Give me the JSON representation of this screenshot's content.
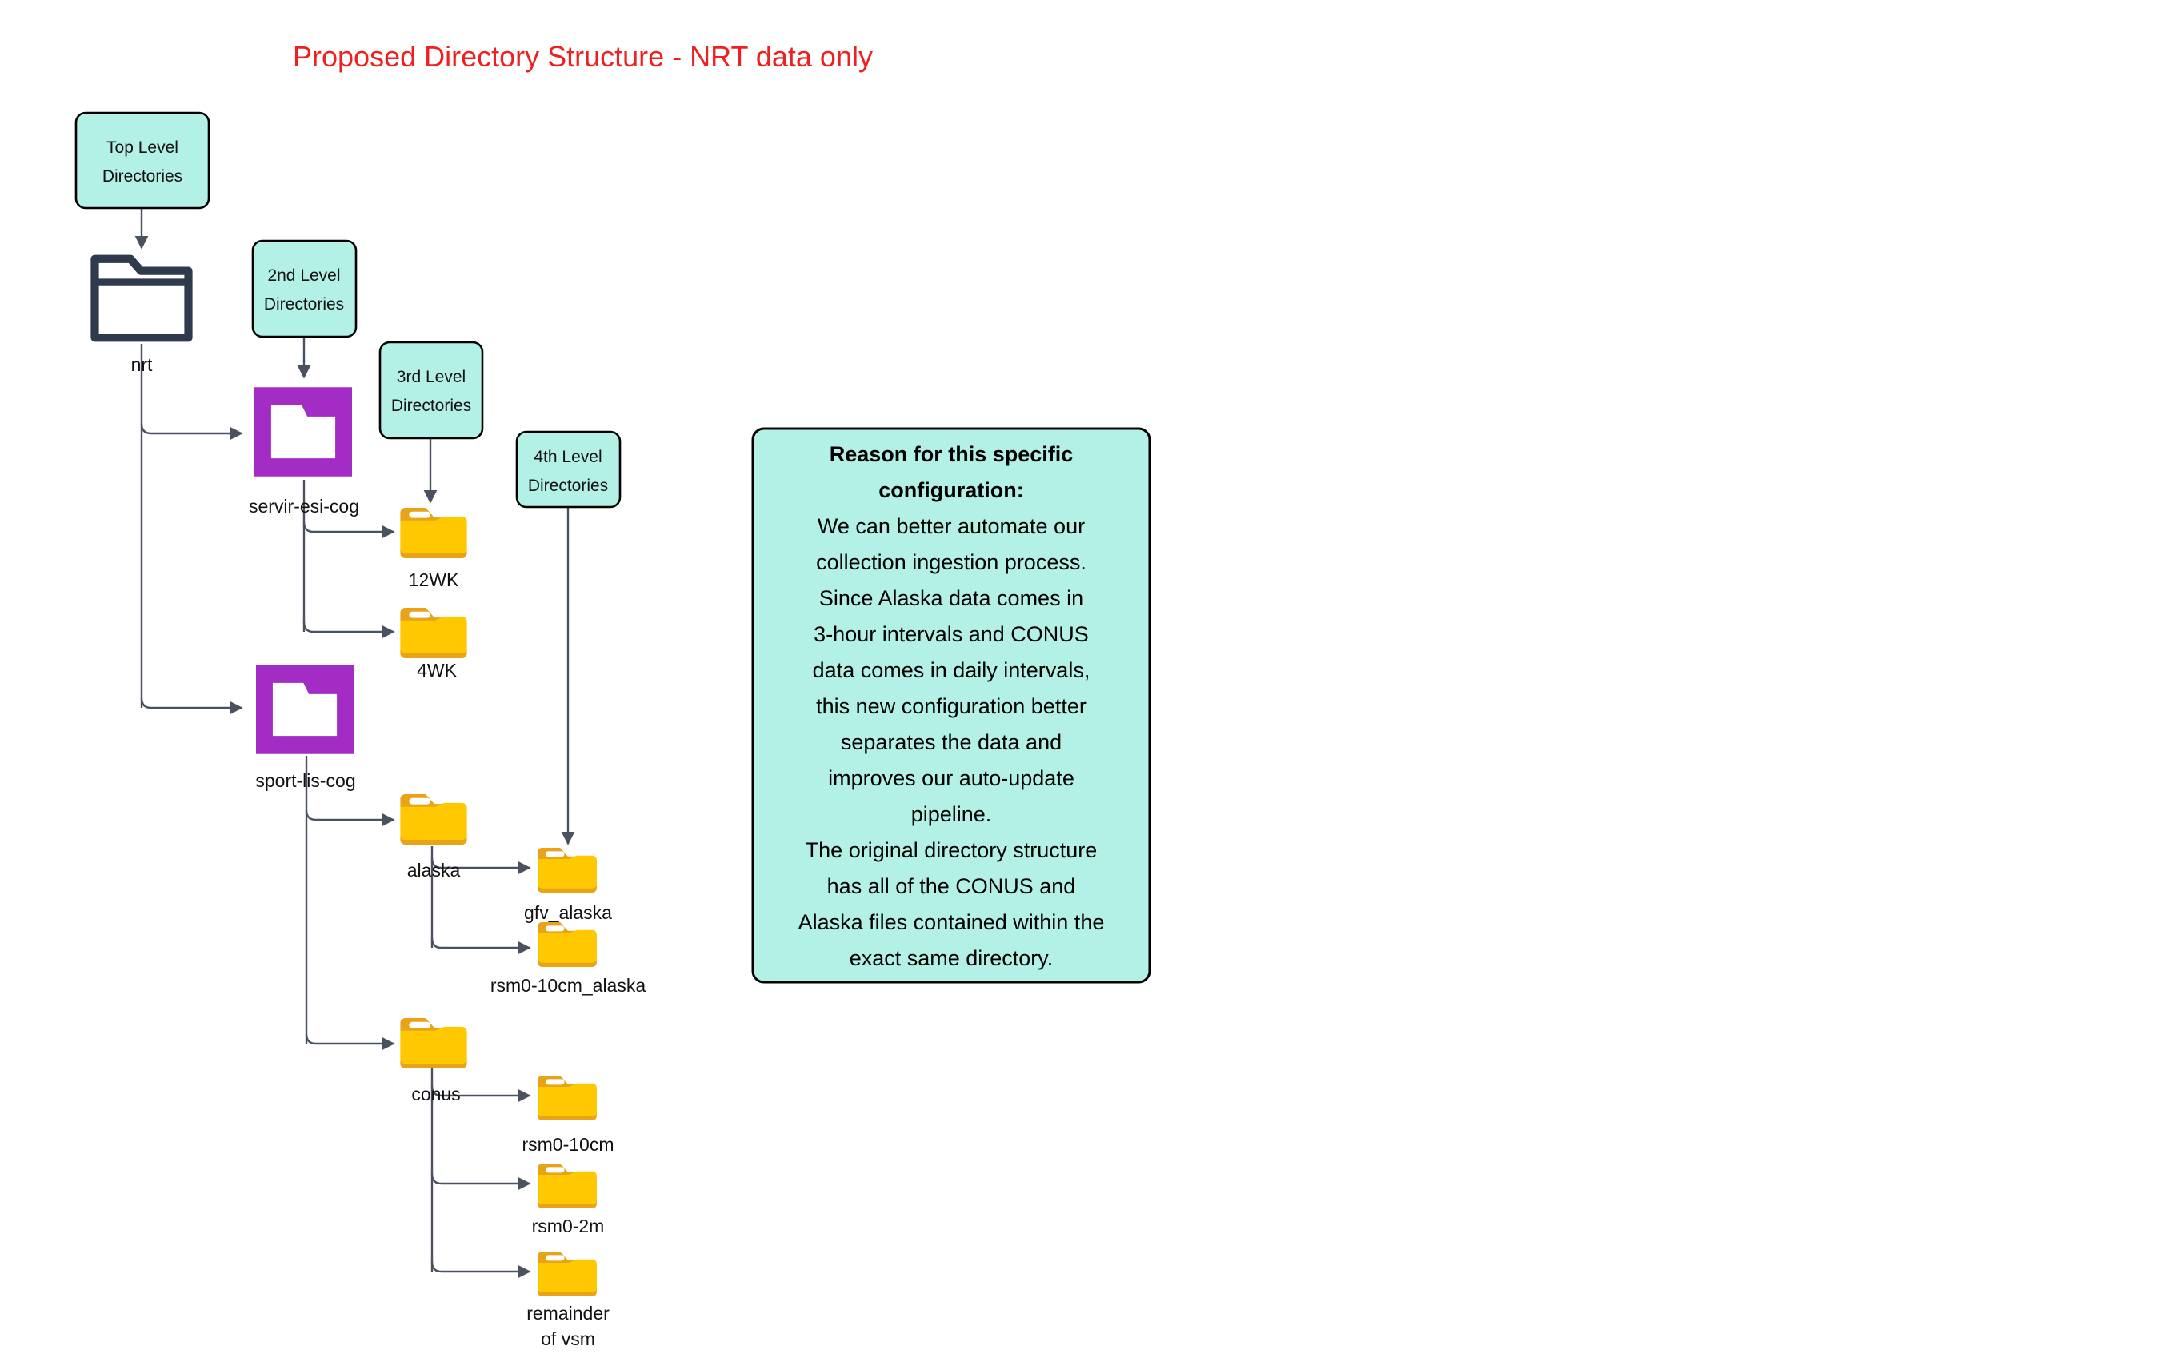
{
  "title": "Proposed Directory Structure - NRT data only",
  "colors": {
    "title": "#ef2020",
    "teal_box": "#b3f0e5",
    "folder_yellow": "#ffc800",
    "folder_yellow_tab": "#e8a317",
    "folder_purple": "#a32cc4",
    "folder_outline_dark": "#2f3b4c",
    "edge": "#4a5260",
    "background": "#ffffff"
  },
  "legend_boxes": [
    {
      "id": "top-level",
      "line1": "Top Level",
      "line2": "Directories"
    },
    {
      "id": "second-level",
      "line1": "2nd Level",
      "line2": "Directories"
    },
    {
      "id": "third-level",
      "line1": "3rd Level",
      "line2": "Directories"
    },
    {
      "id": "fourth-level",
      "line1": "4th Level",
      "line2": "Directories"
    }
  ],
  "nodes": [
    {
      "id": "nrt",
      "label": "nrt",
      "type": "folder-outline"
    },
    {
      "id": "servir-esi-cog",
      "label": "servir-esi-cog",
      "type": "folder-purple"
    },
    {
      "id": "12wk",
      "label": "12WK",
      "type": "folder-yellow"
    },
    {
      "id": "4wk",
      "label": "4WK",
      "type": "folder-yellow"
    },
    {
      "id": "sport-lis-cog",
      "label": "sport-lis-cog",
      "type": "folder-purple"
    },
    {
      "id": "alaska",
      "label": "alaska",
      "type": "folder-yellow"
    },
    {
      "id": "gfv_alaska",
      "label": "gfv_alaska",
      "type": "folder-yellow"
    },
    {
      "id": "rsm0-10cm_alaska",
      "label": "rsm0-10cm_alaska",
      "type": "folder-yellow"
    },
    {
      "id": "conus",
      "label": "conus",
      "type": "folder-yellow"
    },
    {
      "id": "rsm0-10cm",
      "label": "rsm0-10cm",
      "type": "folder-yellow"
    },
    {
      "id": "rsm0-2m",
      "label": "rsm0-2m",
      "type": "folder-yellow"
    },
    {
      "id": "remainder-of-vsm",
      "label_line1": "remainder",
      "label_line2": "of vsm",
      "label": "remainder of vsm",
      "type": "folder-yellow"
    }
  ],
  "note": {
    "heading_line1": "Reason for this specific",
    "heading_line2": "configuration:",
    "body_lines": [
      "We can better automate our",
      "collection ingestion process.",
      "Since Alaska data comes in",
      "3-hour intervals and CONUS",
      "data comes in daily intervals,",
      "this new configuration better",
      "separates the data and",
      "improves our auto-update",
      "pipeline.",
      "The original directory structure",
      "has all of the CONUS and",
      "Alaska files contained within the",
      "exact same directory."
    ]
  }
}
